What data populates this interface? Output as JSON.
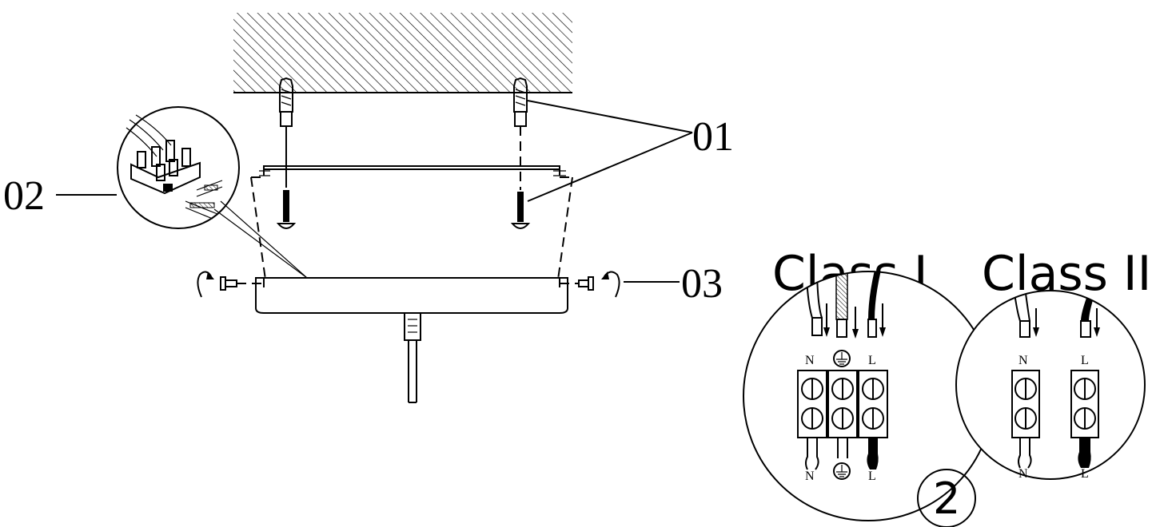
{
  "callouts": {
    "anchors": "01",
    "connector": "02",
    "screws": "03"
  },
  "wiring": {
    "class1": {
      "title": "Class I",
      "top_labels": [
        "N",
        "L"
      ],
      "bottom_labels": [
        "N",
        "L"
      ],
      "earth_symbol": "earth-icon"
    },
    "class2": {
      "title": "Class II",
      "top_labels": [
        "N",
        "L"
      ],
      "bottom_labels": [
        "N",
        "L"
      ]
    }
  },
  "step": "2",
  "colors": {
    "ink": "#000000",
    "paper": "#ffffff"
  }
}
